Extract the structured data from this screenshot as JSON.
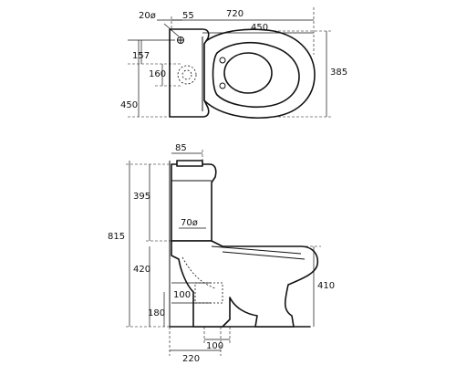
{
  "top_view": {
    "dims": {
      "hole_diameter": "20ø",
      "tank_offset": "55",
      "overall_depth": "720",
      "bowl_length": "450",
      "seat_offset": "157",
      "bolt_spacing": "160",
      "bowl_width": "385",
      "tank_width": "450"
    }
  },
  "side_view": {
    "dims": {
      "flush_width": "85",
      "tank_height": "395",
      "overall_height": "815",
      "inlet_diameter": "70ø",
      "seat_height": "420",
      "bowl_height": "410",
      "outlet_height": "100",
      "outlet_axis": "180",
      "wall_distance": "220",
      "outlet_width": "100"
    }
  }
}
